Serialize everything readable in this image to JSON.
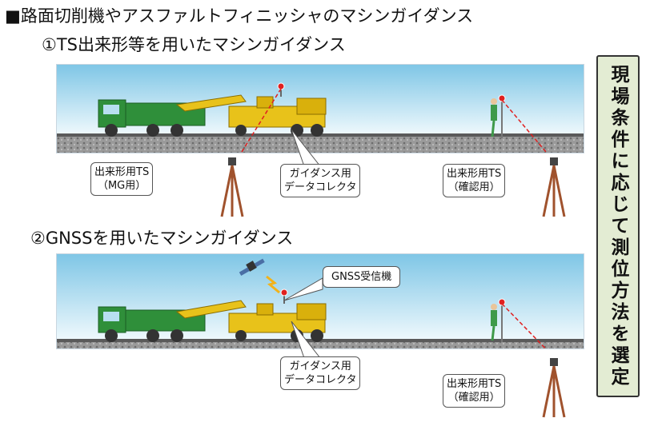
{
  "title": "■路面切削機やアスファルトフィニッシャのマシンガイダンス",
  "section1": {
    "title": "①TS出来形等を用いたマシンガイダンス",
    "label_ts_mg": [
      "出来形用TS",
      "（MG用）"
    ],
    "label_collector": [
      "ガイダンス用",
      "データコレクタ"
    ],
    "label_ts_check": [
      "出来形用TS",
      "（確認用）"
    ]
  },
  "section2": {
    "title": "②GNSSを用いたマシンガイダンス",
    "label_gnss": "GNSS受信機",
    "label_collector": [
      "ガイダンス用",
      "データコレクタ"
    ],
    "label_ts_check": [
      "出来形用TS",
      "（確認用）"
    ]
  },
  "side_note": "現場条件に応じて測位方法を選定",
  "colors": {
    "sky_top": "#7fc6e6",
    "sky_bottom": "#f2fafd",
    "ground": "#8a8a8a",
    "truck_body": "#2f8f3a",
    "machine": "#e8c21a",
    "side_panel": "#e3ecd3",
    "laser": "#e02020"
  }
}
